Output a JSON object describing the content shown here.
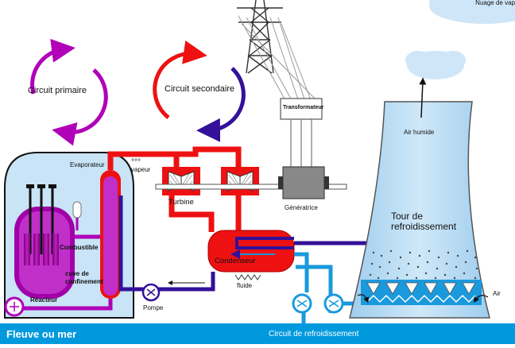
{
  "header": {
    "cloud_label": "Nuage de vap"
  },
  "circuits": {
    "primary": "Circuit primaire",
    "secondary": "Circuit secondaire",
    "cooling": "Circuit de refroidissement"
  },
  "components": {
    "transformer": "Transformateur",
    "evaporator": "Evaporateur",
    "steam": "vapeur",
    "turbine": "Turbine",
    "generator": "Génératrice",
    "fuel": "Combustible",
    "containment": "cuve de\nconfinement",
    "reactor": "Réacteur",
    "pump": "Pompe",
    "condenser": "Condenseur",
    "fluid": "fluide",
    "humid_air": "Air humide",
    "cooling_tower": "Tour de\nrefroidissement",
    "air": "Air"
  },
  "footer": {
    "water_source": "Fleuve ou mer"
  },
  "colors": {
    "primary_circuit": "#b000b8",
    "secondary_hot": "#ee1111",
    "secondary_cold": "#331199",
    "cooling_water": "#1a99dd",
    "tower_fill": "#b8dcf4",
    "footer": "#0099dd"
  }
}
